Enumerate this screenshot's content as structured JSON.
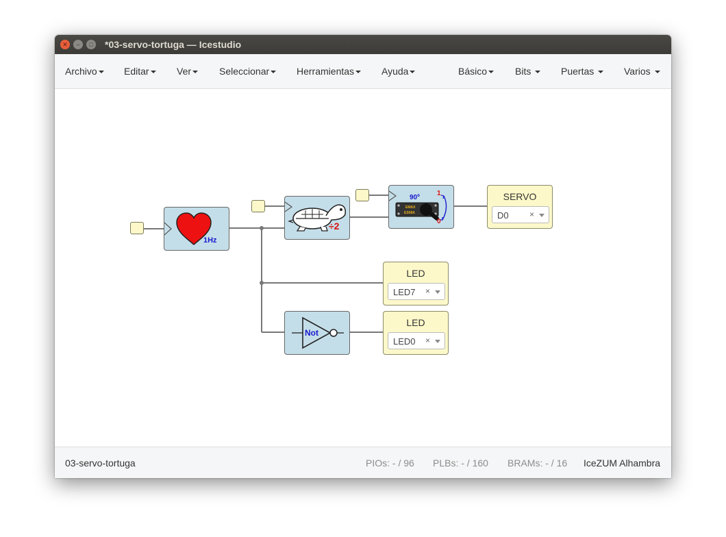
{
  "window": {
    "title": "*03-servo-tortuga — Icestudio"
  },
  "menubar": {
    "left": [
      "Archivo",
      "Editar",
      "Ver",
      "Seleccionar",
      "Herramientas",
      "Ayuda"
    ],
    "right": [
      "Básico",
      "Bits ",
      "Puertas ",
      "Varios "
    ]
  },
  "blocks": {
    "heart": {
      "freq": "1Hz"
    },
    "turtle": {
      "divider": "÷2"
    },
    "servo_block": {
      "angle": "90º",
      "one": "1",
      "zero": "0",
      "brand": "EMAX",
      "model": "ES08A"
    },
    "not": {
      "label": "Not"
    }
  },
  "outputs": {
    "servo": {
      "title": "SERVO",
      "value": "D0",
      "clear": "×"
    },
    "led7": {
      "title": "LED",
      "value": "LED7",
      "clear": "×"
    },
    "led0": {
      "title": "LED",
      "value": "LED0",
      "clear": "×"
    }
  },
  "status": {
    "project": "03-servo-tortuga",
    "pios_label": "PIOs:",
    "pios_value": "- / 96",
    "plbs_label": "PLBs:",
    "plbs_value": "- / 160",
    "brams_label": "BRAMs:",
    "brams_value": "- / 16",
    "board": "IceZUM Alhambra"
  }
}
